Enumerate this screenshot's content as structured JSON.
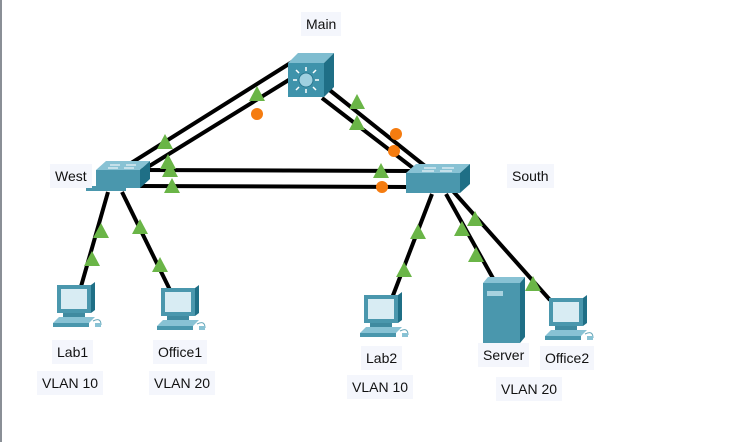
{
  "devices": {
    "main": {
      "label": "Main",
      "type": "multilayer-switch"
    },
    "west": {
      "label": "West",
      "type": "switch"
    },
    "south": {
      "label": "South",
      "type": "switch"
    },
    "lab1": {
      "label": "Lab1",
      "type": "pc",
      "vlan": "VLAN 10"
    },
    "office1": {
      "label": "Office1",
      "type": "pc",
      "vlan": "VLAN 20"
    },
    "lab2": {
      "label": "Lab2",
      "type": "pc",
      "vlan": "VLAN 10"
    },
    "server": {
      "label": "Server",
      "type": "server"
    },
    "office2": {
      "label": "Office2",
      "type": "pc"
    },
    "south_vlan20": {
      "label": "VLAN 20"
    }
  },
  "links": [
    {
      "from": "west",
      "to": "main",
      "from_status": "up",
      "to_status": "up"
    },
    {
      "from": "west",
      "to": "main",
      "from_status": "up",
      "to_status": "blocked"
    },
    {
      "from": "main",
      "to": "south",
      "from_status": "up",
      "to_status": "blocked"
    },
    {
      "from": "main",
      "to": "south",
      "from_status": "up",
      "to_status": "blocked"
    },
    {
      "from": "west",
      "to": "south",
      "from_status": "up",
      "to_status": "up"
    },
    {
      "from": "west",
      "to": "south",
      "from_status": "up",
      "to_status": "blocked"
    },
    {
      "from": "west",
      "to": "lab1",
      "from_status": "up",
      "to_status": "up"
    },
    {
      "from": "west",
      "to": "office1",
      "from_status": "up",
      "to_status": "up"
    },
    {
      "from": "south",
      "to": "lab2",
      "from_status": "up",
      "to_status": "up"
    },
    {
      "from": "south",
      "to": "server",
      "from_status": "up",
      "to_status": "up"
    },
    {
      "from": "south",
      "to": "office2",
      "from_status": "up",
      "to_status": "up"
    }
  ],
  "colors": {
    "link": "#000000",
    "up": "#6ab547",
    "blocked": "#f57c10",
    "device": "#4a97ad",
    "device_dark": "#1f6f86",
    "label_bg": "#f4f6fc"
  }
}
